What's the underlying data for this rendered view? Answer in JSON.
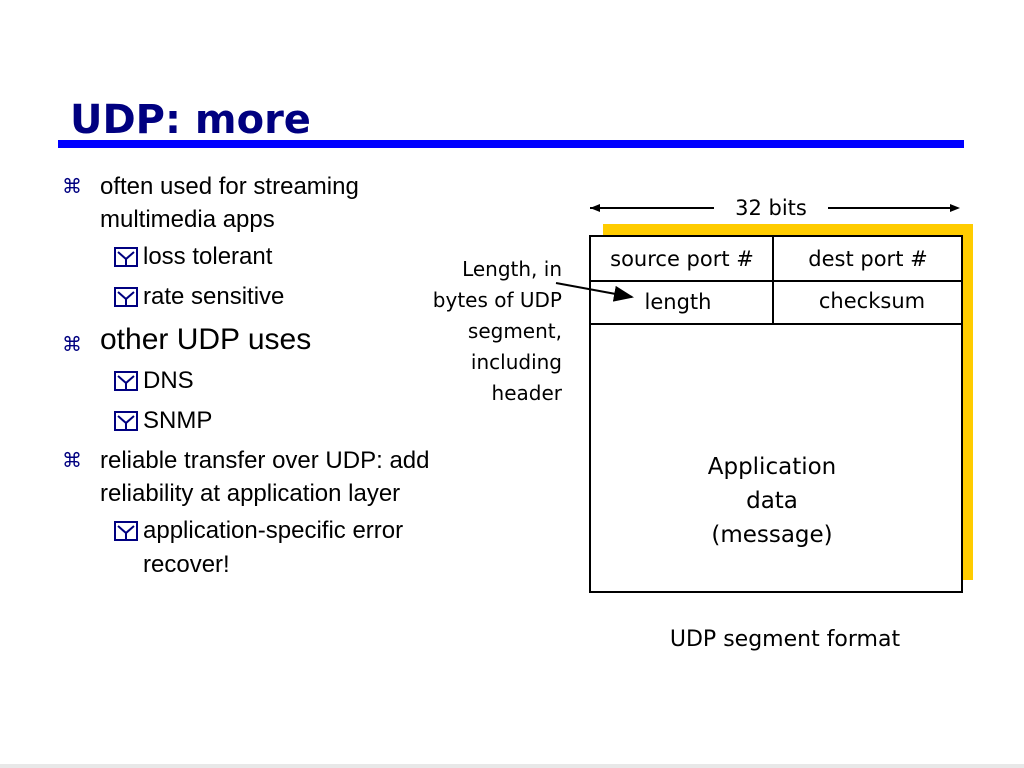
{
  "slide": {
    "title": "UDP: more"
  },
  "bullets": {
    "b1": "often used for streaming multimedia apps",
    "b1_sub1": "loss tolerant",
    "b1_sub2": "rate sensitive",
    "b2": "other UDP uses",
    "b2_sub1": "DNS",
    "b2_sub2": "SNMP",
    "b3": "reliable transfer over UDP: add reliability at application layer",
    "b3_sub1": "application-specific error recover!"
  },
  "diagram": {
    "width_label": "32 bits",
    "fields": {
      "source_port": "source port #",
      "dest_port": "dest port #",
      "length": "length",
      "checksum": "checksum"
    },
    "payload": [
      "Application",
      "data",
      "(message)"
    ],
    "annotation": [
      "Length, in",
      "bytes of UDP",
      "segment,",
      "including",
      "header"
    ],
    "caption": "UDP segment format",
    "colors": {
      "shadow": "#ffcc00",
      "title": "#000080",
      "title_rule": "#0000ff"
    }
  }
}
